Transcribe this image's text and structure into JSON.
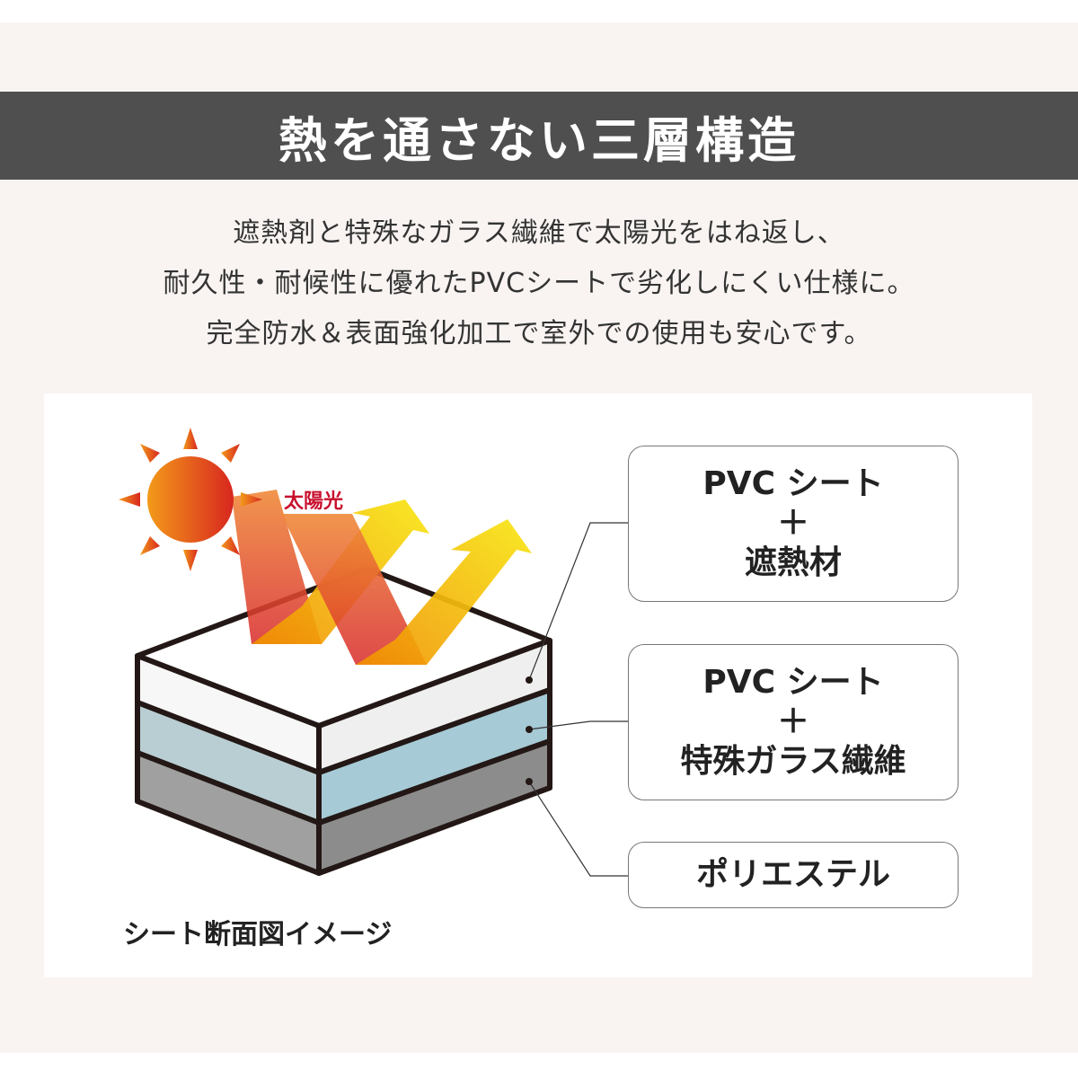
{
  "title": "熱を通さない三層構造",
  "description": [
    "遮熱剤と特殊なガラス繊維で太陽光をはね返し、",
    "耐久性・耐候性に優れたPVCシートで劣化しにくい仕様に。",
    "完全防水＆表面強化加工で室外での使用も安心です。"
  ],
  "diagram": {
    "sunlight_label": "太陽光",
    "caption": "シート断面図イメージ",
    "layers": [
      {
        "line1": "PVC シート",
        "plus": "＋",
        "line2": "遮熱材",
        "color": "#f0f0f0"
      },
      {
        "line1": "PVC シート",
        "plus": "＋",
        "line2": "特殊ガラス繊維",
        "color": "#a9cbd6"
      },
      {
        "line1": "ポリエステル",
        "color": "#8c8c8c"
      }
    ]
  }
}
